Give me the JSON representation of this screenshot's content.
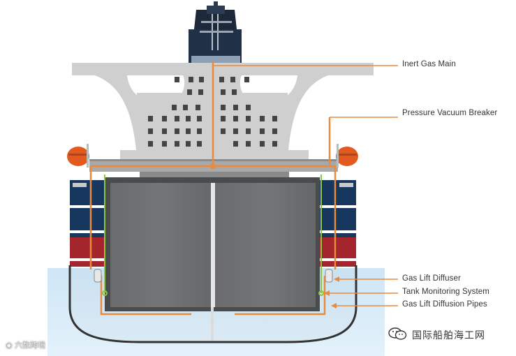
{
  "callouts": {
    "inert_gas_main": "Inert Gas Main",
    "pressure_vacuum_breaker": "Pressure Vacuum Breaker",
    "gas_lift_diffuser": "Gas Lift Diffuser",
    "tank_monitoring_system": "Tank Monitoring System",
    "gas_lift_diffusion_pipes": "Gas Lift Diffusion Pipes"
  },
  "watermarks": {
    "left": "六数跨境",
    "right": "国际船舶海工网"
  },
  "colors": {
    "orange_pipe": "#e98a3c",
    "green_pipe": "#8ec63f",
    "water": "#d6ebf8",
    "hull_navy": "#17375e",
    "hull_red": "#a4262c",
    "tank_gray": "#6d6e70",
    "superstructure": "#cfcfcf"
  },
  "icons": {
    "wechat": "wechat-icon",
    "weibo": "weibo-icon"
  }
}
